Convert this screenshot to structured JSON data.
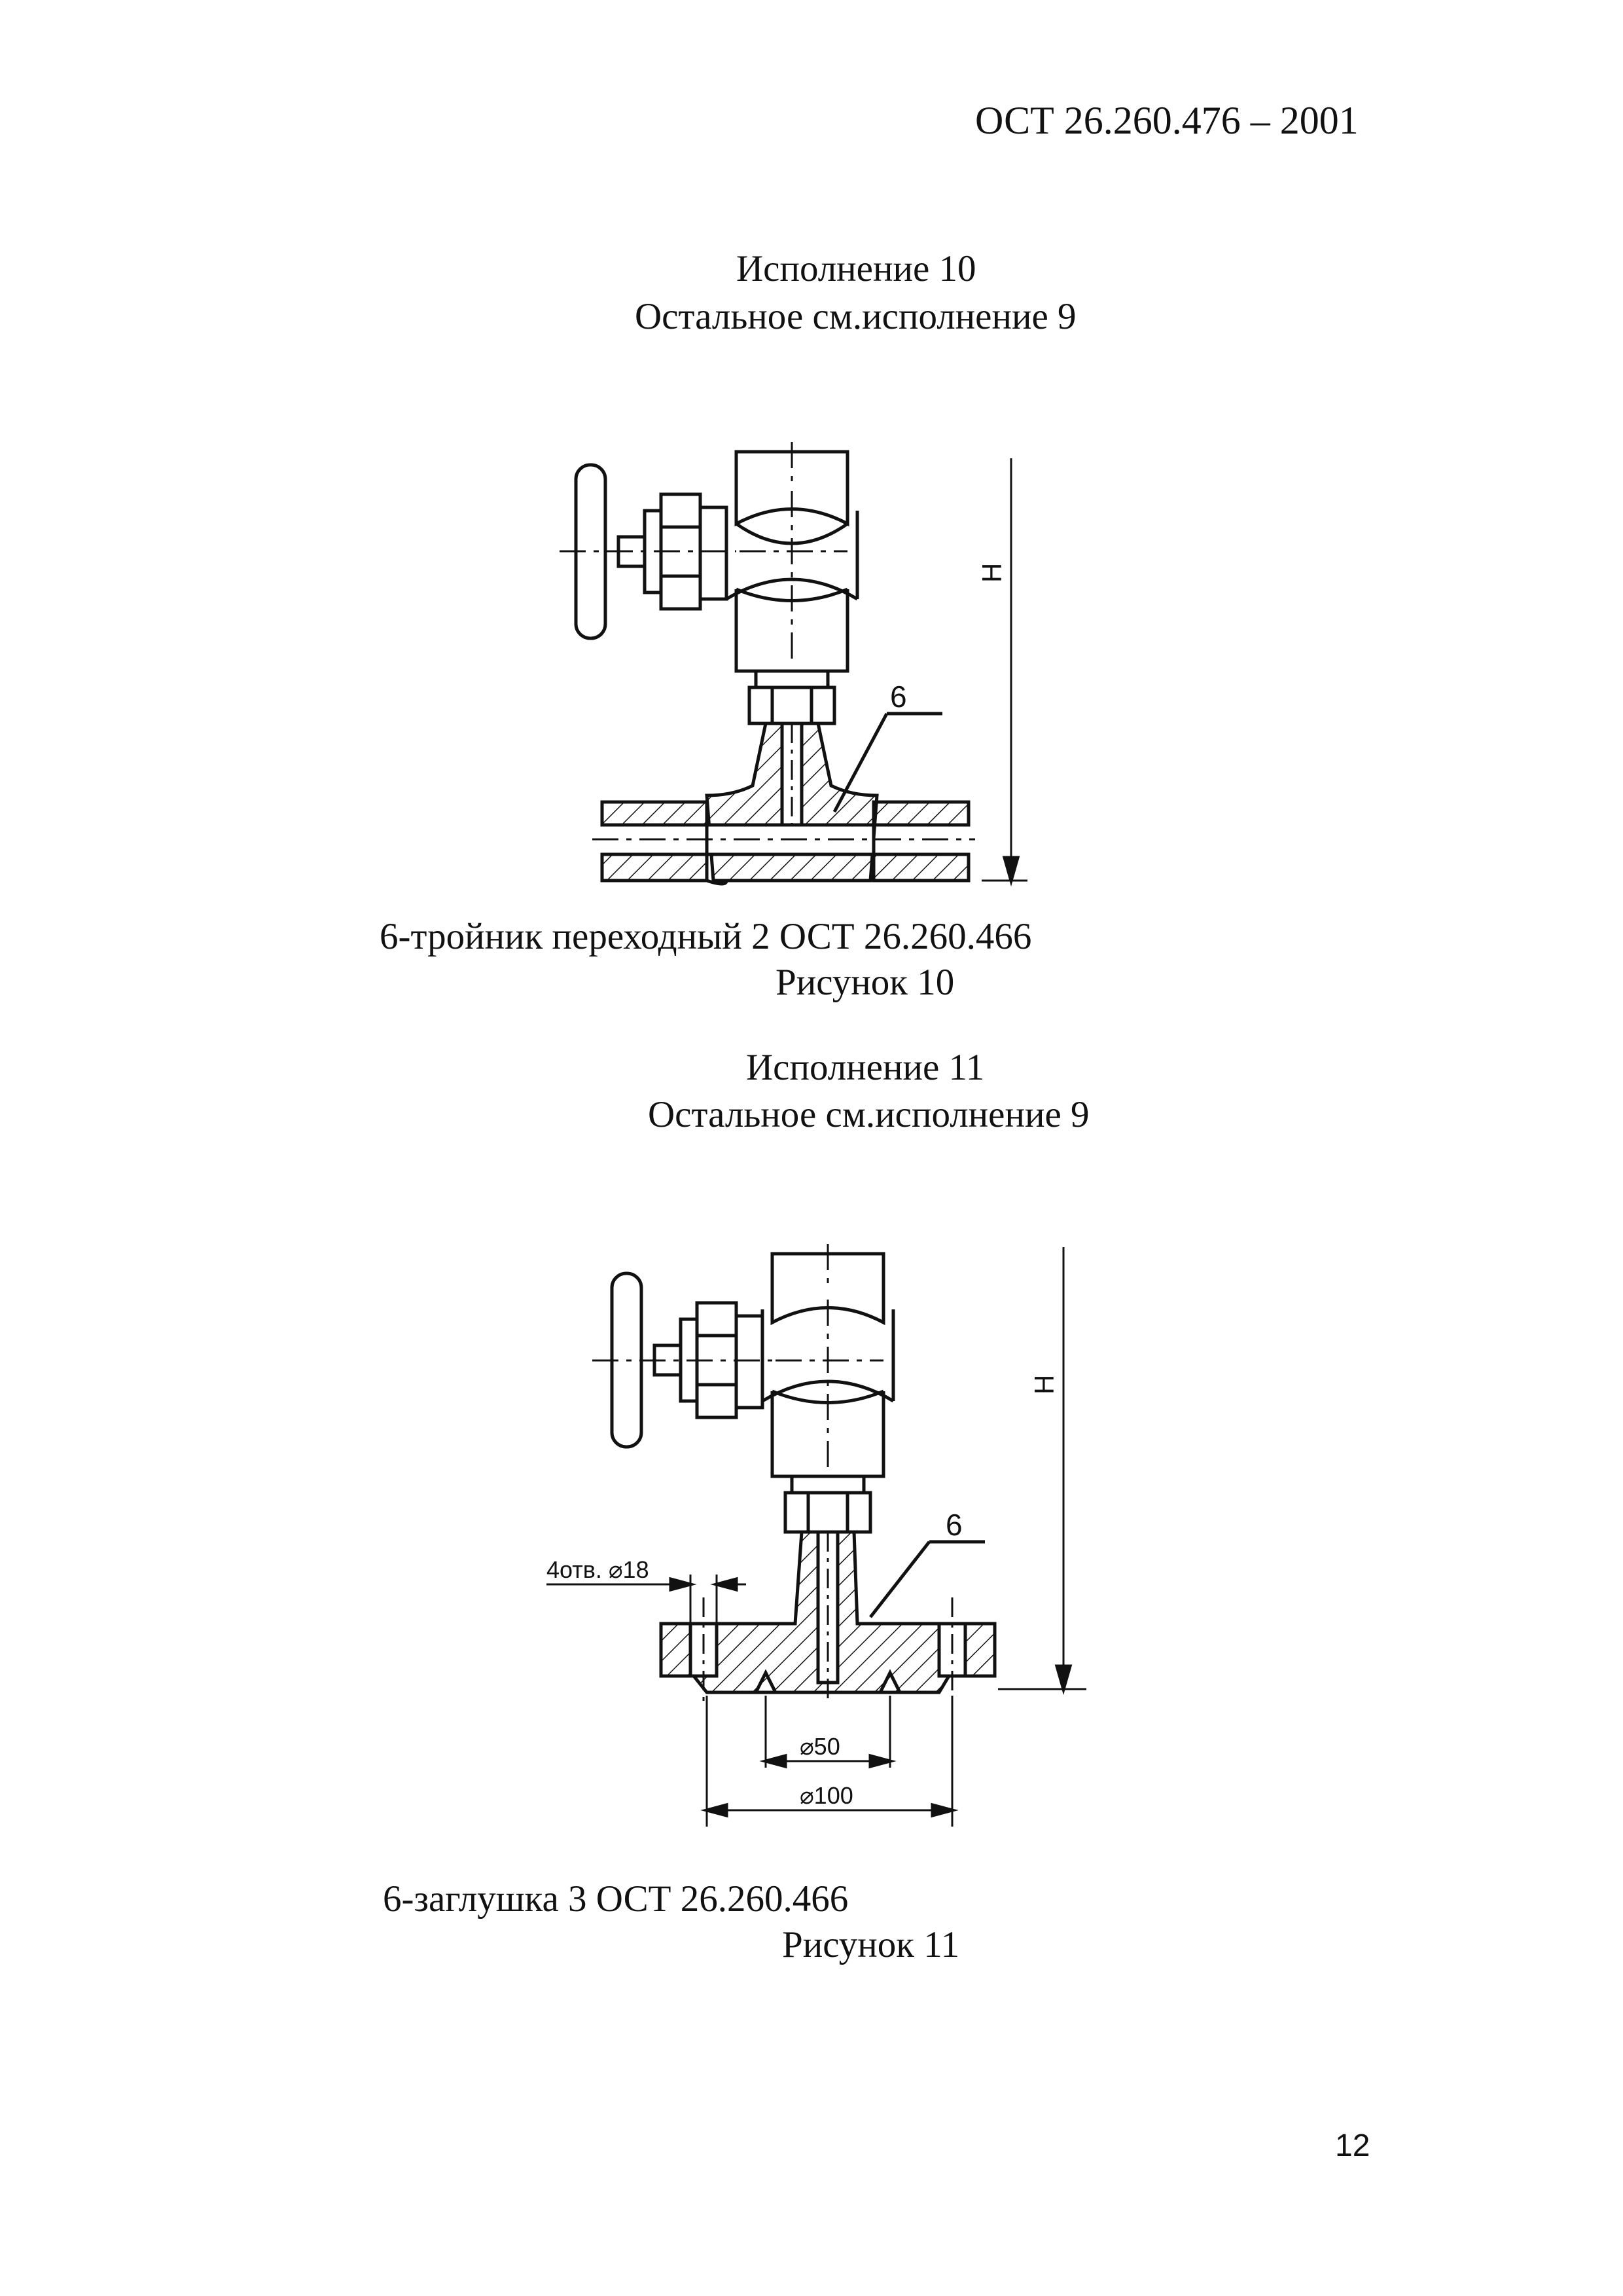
{
  "header": {
    "document_code": "ОСТ 26.260.476 – 2001"
  },
  "figure10": {
    "title": "Исполнение 10",
    "subtitle": "Остальное см.исполнение 9",
    "dimension_label": "H",
    "callout_label": "6",
    "legend": "6-тройник переходный 2 ОСТ 26.260.466",
    "caption": "Рисунок 10"
  },
  "figure11": {
    "title": "Исполнение 11",
    "subtitle": "Остальное см.исполнение 9",
    "dimension_label": "H",
    "callout_label": "6",
    "holes_label": "4отв. ⌀18",
    "diameter_inner_label": "⌀50",
    "diameter_outer_label": "⌀100",
    "legend": "6-заглушка 3 ОСТ 26.260.466",
    "caption": "Рисунок 11"
  },
  "footer": {
    "page_number": "12"
  }
}
